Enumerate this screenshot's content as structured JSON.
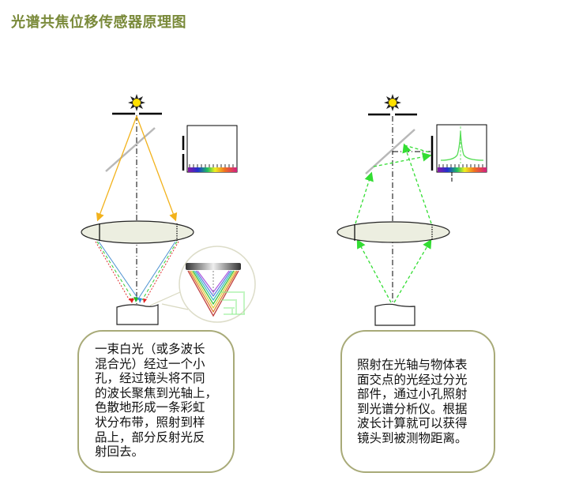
{
  "title": "光谱共焦位移传感器原理图",
  "left_panel": {
    "caption_lines": [
      "一束白光（或多波长",
      "混合光）经过一个小",
      "孔，经过镜头将不同",
      "的波长聚焦到光轴上，",
      "色散地形成一条彩虹",
      "状分布带，照射到样",
      "品上，部分反射光反",
      "射回去。"
    ]
  },
  "right_panel": {
    "caption_lines": [
      "照射在光轴与物体表",
      "面交点的光经过分光",
      "部件，通过小孔照射",
      "到光谱分析仪。根据",
      "波长计算就可以获得",
      "镜头到被测物距离。"
    ]
  },
  "colors": {
    "title": "#7a8a3a",
    "box_border": "#a8aa78",
    "incident_ray": "#f2b21c",
    "reflected_ray": "#33dd33",
    "lens_fill": "#eceee0",
    "mirror": "#b8b8b8"
  }
}
